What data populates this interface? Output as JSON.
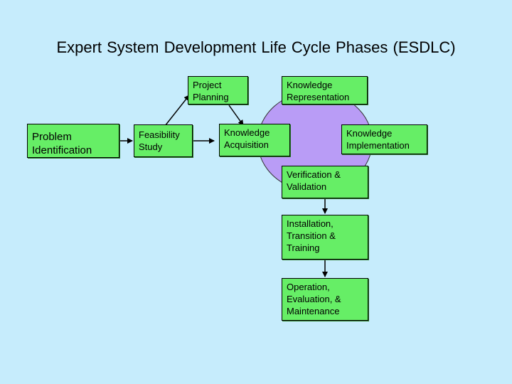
{
  "title": "Expert System Development Life Cycle Phases (ESDLC)",
  "phases": {
    "problem_identification": "Problem\nIdentification",
    "feasibility_study": "Feasibility\nStudy",
    "project_planning": "Project\nPlanning",
    "knowledge_acquisition": "Knowledge\nAcquisition",
    "knowledge_representation": "Knowledge\nRepresentation",
    "knowledge_implementation": "Knowledge\nImplementation",
    "verification_validation": "Verification &\nValidation",
    "installation_transition_training": "Installation,\nTransition &\nTraining",
    "operation_evaluation_maintenance": "Operation,\nEvaluation, &\nMaintenance"
  },
  "colors": {
    "background": "#c6ecfc",
    "box_fill": "#66ee66",
    "cycle_fill": "#b99cf6"
  }
}
